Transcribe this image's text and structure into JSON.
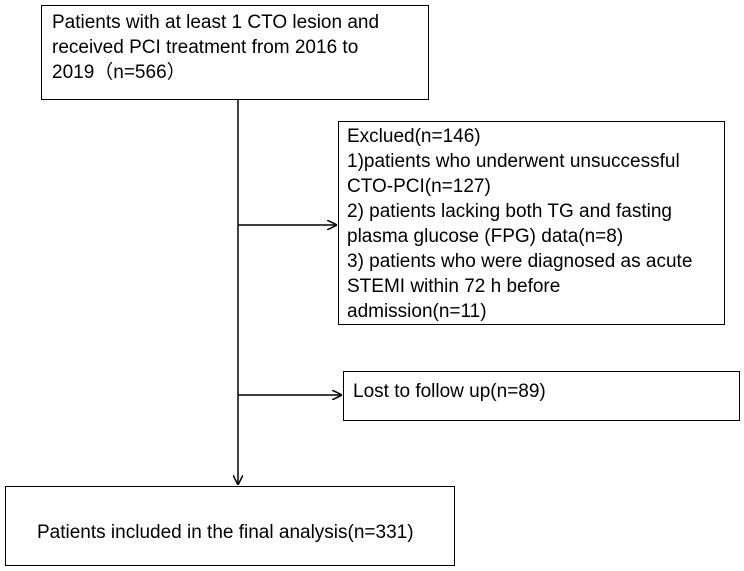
{
  "flowchart": {
    "start": {
      "lines": [
        "Patients with at least 1 CTO lesion and",
        "received PCI treatment from 2016 to",
        "2019（n=566）"
      ]
    },
    "excluded": {
      "lines": [
        "Exclued(n=146)",
        "1)patients who underwent unsuccessful",
        "CTO-PCI(n=127)",
        "2) patients lacking both TG and fasting",
        "plasma glucose (FPG) data(n=8)",
        "3) patients who were diagnosed as acute",
        "STEMI within 72 h before",
        "admission(n=11)"
      ]
    },
    "lost": {
      "lines": [
        "Lost to follow up(n=89)"
      ]
    },
    "final": {
      "lines": [
        "Patients included in the final analysis(n=331)"
      ]
    }
  }
}
